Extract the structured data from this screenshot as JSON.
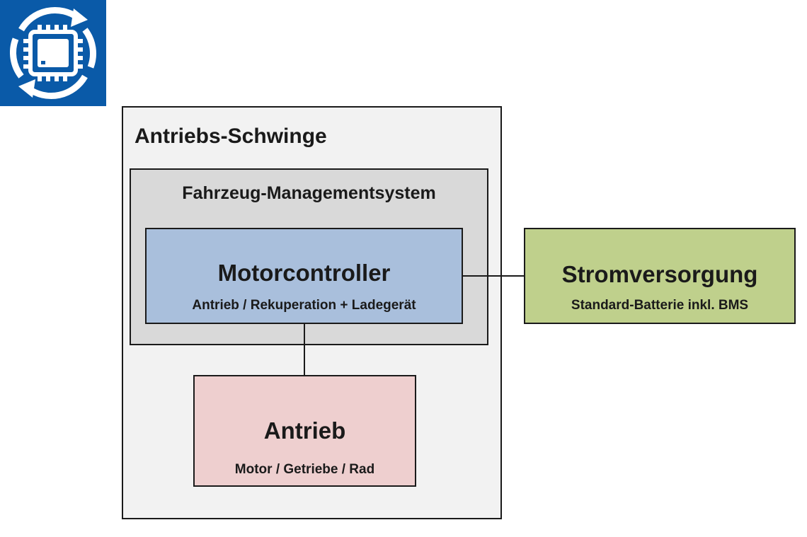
{
  "outer": {
    "title": "Antriebs-Schwinge"
  },
  "fms": {
    "title": "Fahrzeug-Managementsystem"
  },
  "motorcontroller": {
    "title": "Motorcontroller",
    "subtitle": "Antrieb / Rekuperation + Ladegerät"
  },
  "antrieb": {
    "title": "Antrieb",
    "subtitle": "Motor / Getriebe / Rad"
  },
  "stromversorgung": {
    "title": "Stromversorgung",
    "subtitle": "Standard-Batterie inkl. BMS"
  },
  "colors": {
    "logo_bg": "#0a5aa8",
    "outer_fill": "#f2f2f2",
    "fms_fill": "#d9d9d9",
    "motorcontroller_fill": "#a9bfdc",
    "antrieb_fill": "#eecfcf",
    "stromversorgung_fill": "#bfd08c"
  },
  "icons": {
    "logo": "chip-cycle-logo"
  }
}
